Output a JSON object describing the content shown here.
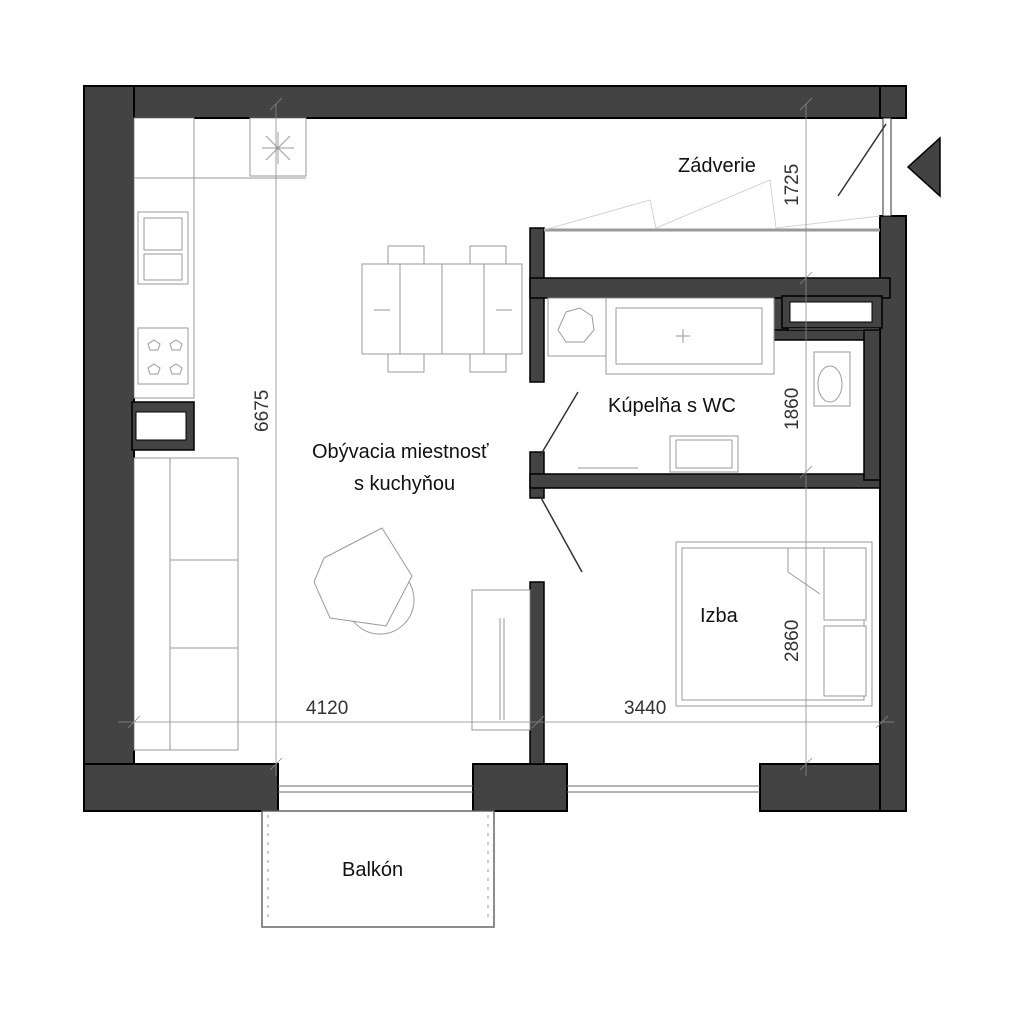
{
  "rooms": {
    "vestibule": "Zádverie",
    "living": [
      "Obývacia miestnosť",
      "s kuchyňou"
    ],
    "bathroom": "Kúpelňa s WC",
    "bedroom": "Izba",
    "balcony": "Balkón"
  },
  "dimensions": {
    "living_height": "6675",
    "vestibule_height": "1725",
    "bathroom_height": "1860",
    "bedroom_height": "2860",
    "living_width": "4120",
    "bedroom_width": "3440"
  },
  "colors": {
    "wall": "#434343",
    "furniture_line": "#9a9a9a",
    "dimension_line": "#8a8a8a"
  },
  "icons": {
    "entrance_marker": "entrance-arrow-icon"
  }
}
